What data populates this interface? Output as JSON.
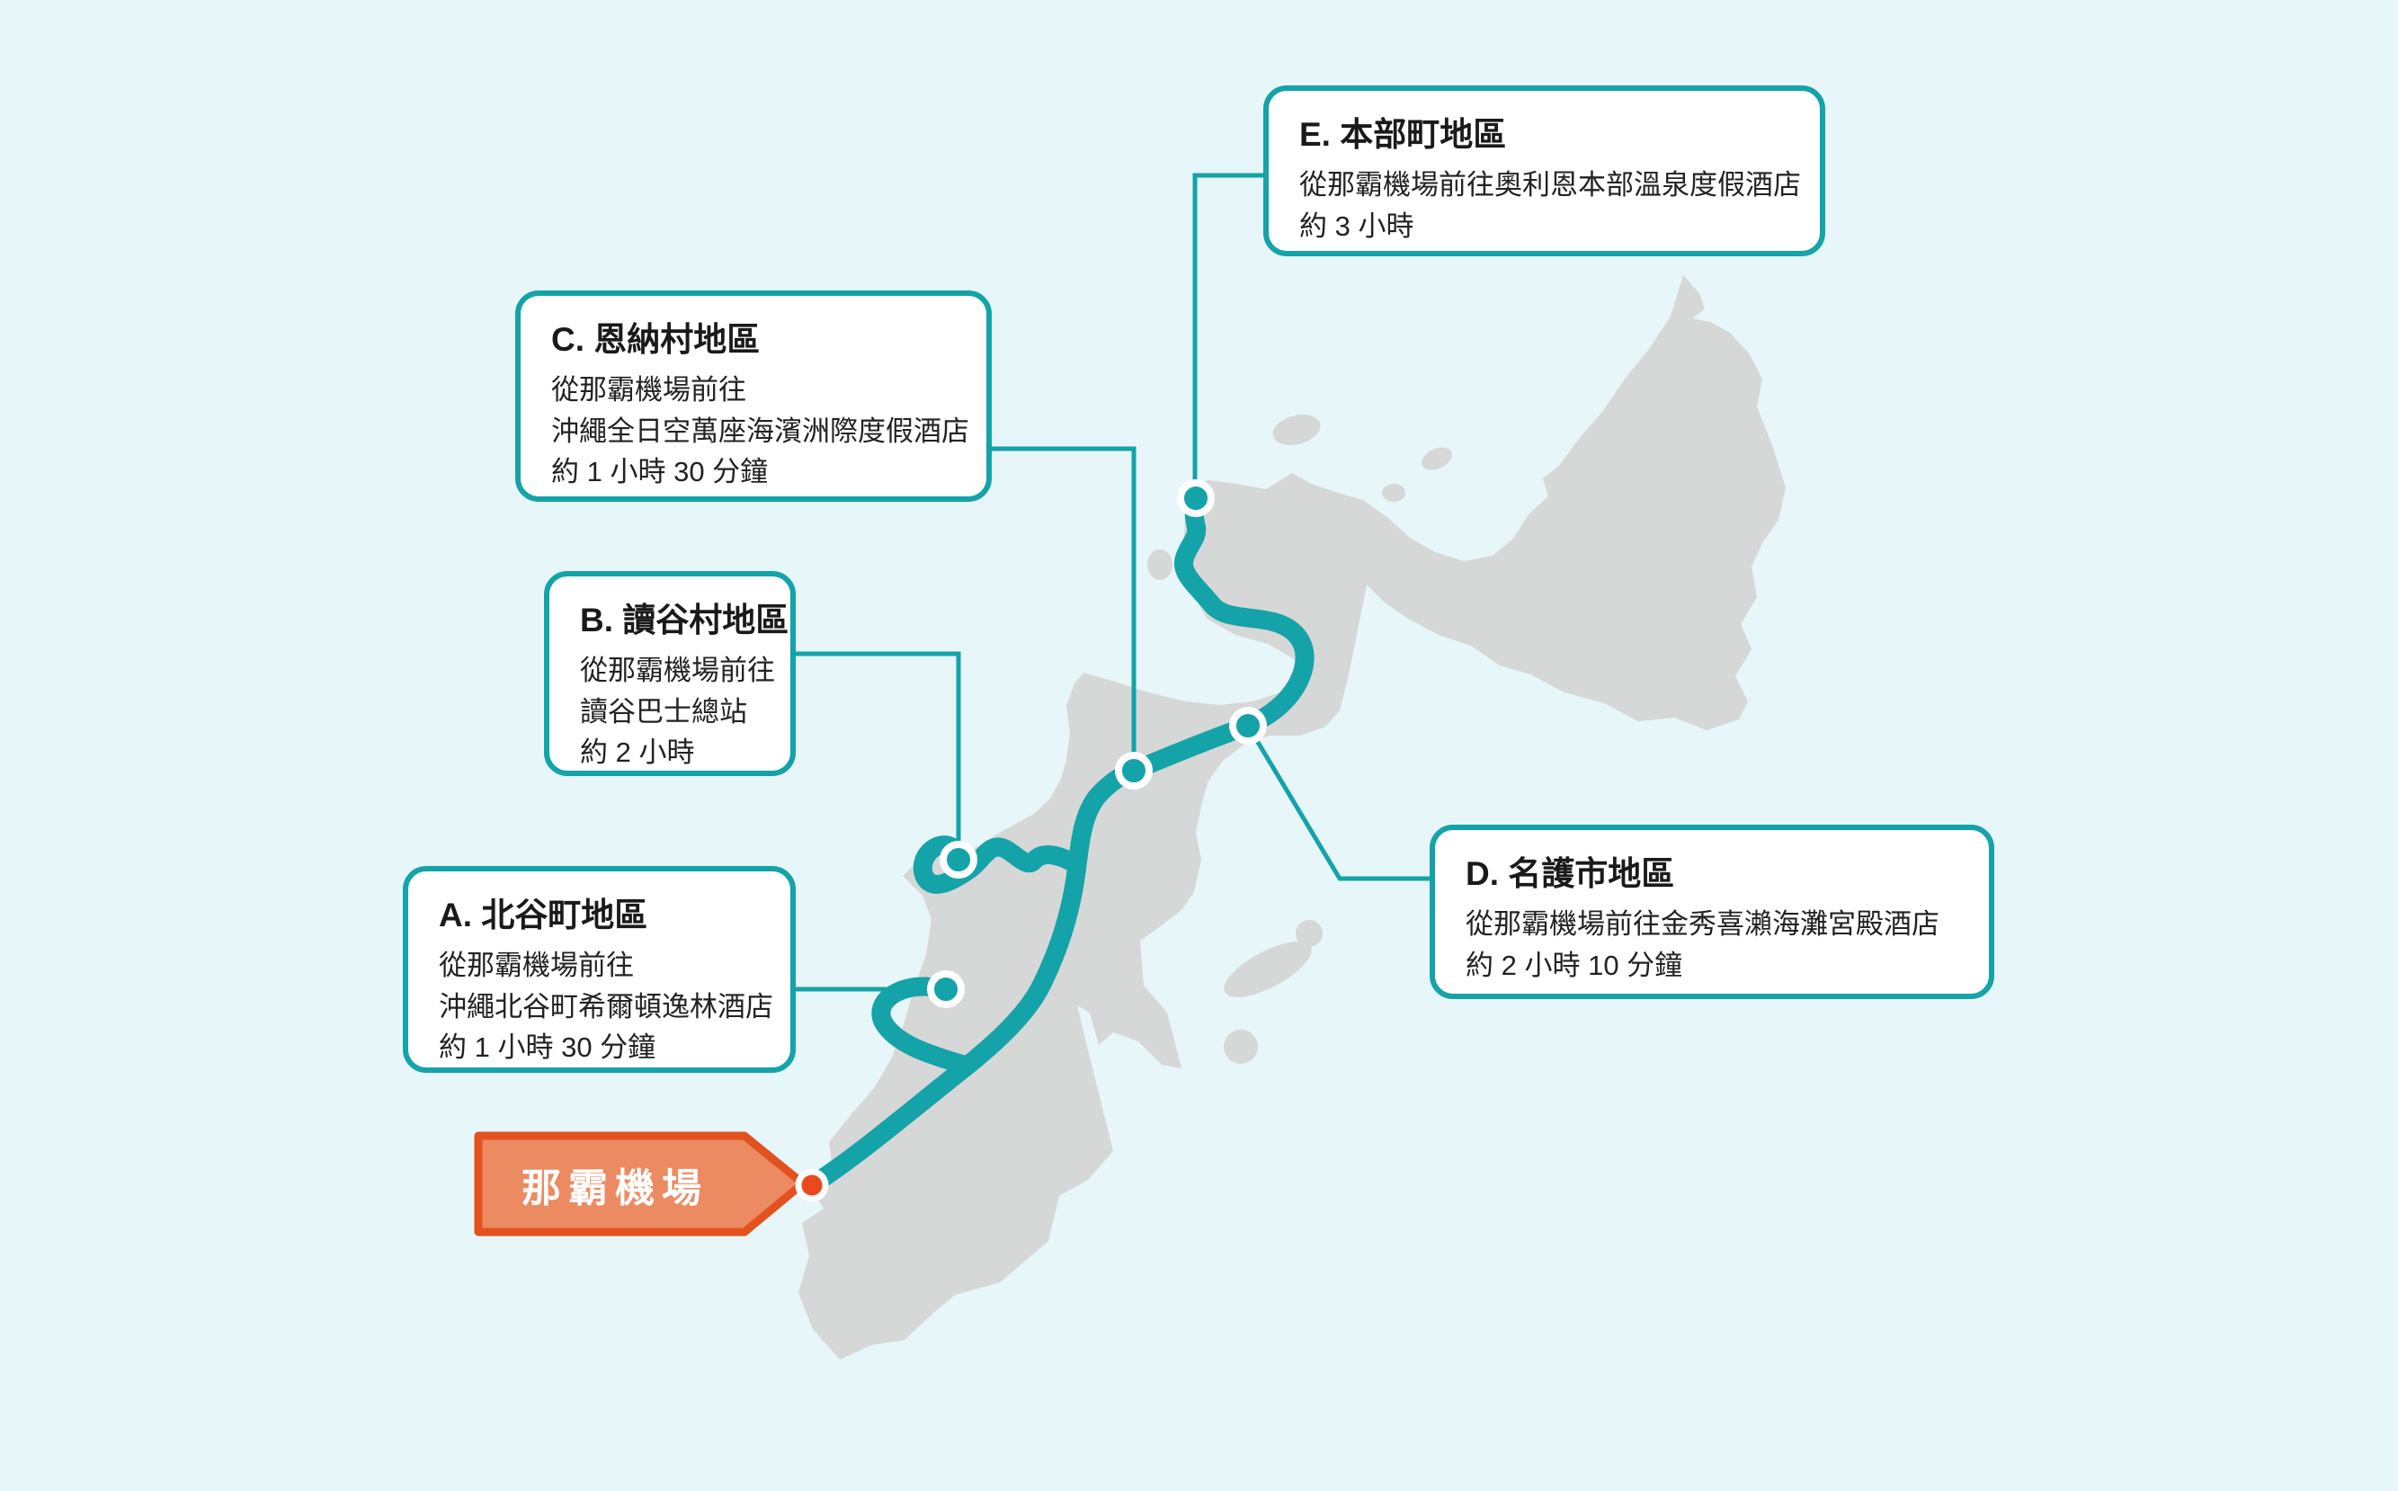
{
  "map": {
    "title_hidden": "",
    "airport": {
      "label": "那霸機場"
    },
    "areas": [
      {
        "id": "A",
        "title": "A. 北谷町地區",
        "lines": [
          "從那霸機場前往",
          "沖繩北谷町希爾頓逸林酒店",
          "約 1 小時 30 分鐘"
        ]
      },
      {
        "id": "B",
        "title": "B. 讀谷村地區",
        "lines": [
          "從那霸機場前往",
          "讀谷巴士總站",
          "約 2 小時"
        ]
      },
      {
        "id": "C",
        "title": "C. 恩納村地區",
        "lines": [
          "從那霸機場前往",
          "沖繩全日空萬座海濱洲際度假酒店",
          "約 1 小時 30 分鐘"
        ]
      },
      {
        "id": "D",
        "title": "D. 名護市地區",
        "lines": [
          "從那霸機場前往金秀喜瀨海灘宮殿酒店",
          "約 2 小時 10 分鐘"
        ]
      },
      {
        "id": "E",
        "title": "E. 本部町地區",
        "lines": [
          "從那霸機場前往奧利恩本部溫泉度假酒店",
          "約 3 小時"
        ]
      }
    ],
    "colors": {
      "background": "#e7f6f8",
      "island": "#d6d7d7",
      "route_teal": "#14a3a8",
      "box_border": "#14a3a8",
      "arrow_fill": "#ec8a61",
      "arrow_border": "#e3511f",
      "airport_dot": "#e84a1d",
      "text": "#1e1e1e"
    }
  }
}
